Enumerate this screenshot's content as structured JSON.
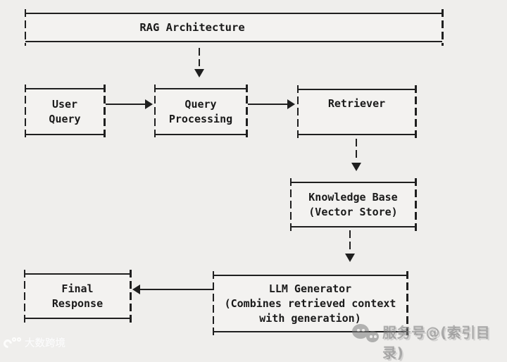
{
  "colors": {
    "background": "#efeeec",
    "node_fill": "#f3f2f0",
    "line": "#1f1f1f",
    "text": "#1a1a1a",
    "watermark_gray": "#7c7c7c",
    "watermark_white": "#ffffff"
  },
  "diagram": {
    "nodes": {
      "rag_architecture": {
        "lines": [
          "RAG Architecture"
        ]
      },
      "user_query": {
        "lines": [
          "User",
          "Query"
        ]
      },
      "query_processing": {
        "lines": [
          "Query",
          "Processing"
        ]
      },
      "retriever": {
        "lines": [
          "Retriever"
        ]
      },
      "knowledge_base": {
        "lines": [
          "Knowledge Base",
          "(Vector Store)"
        ]
      },
      "llm_generator": {
        "lines": [
          "LLM Generator",
          "(Combines retrieved context",
          "with generation)"
        ]
      },
      "final_response": {
        "lines": [
          "Final",
          "Response"
        ]
      }
    },
    "edges": [
      {
        "from": "rag_architecture",
        "to": "query_processing",
        "direction": "down"
      },
      {
        "from": "user_query",
        "to": "query_processing",
        "direction": "right"
      },
      {
        "from": "query_processing",
        "to": "retriever",
        "direction": "right"
      },
      {
        "from": "retriever",
        "to": "knowledge_base",
        "direction": "down"
      },
      {
        "from": "knowledge_base",
        "to": "llm_generator",
        "direction": "down"
      },
      {
        "from": "llm_generator",
        "to": "final_response",
        "direction": "left"
      }
    ]
  },
  "watermarks": {
    "bottom_left": {
      "icon": "dashu-logo",
      "text": "大数跨境"
    },
    "bottom_right": {
      "icon": "wechat-icon",
      "text": "服务号@(索引目录)"
    }
  }
}
